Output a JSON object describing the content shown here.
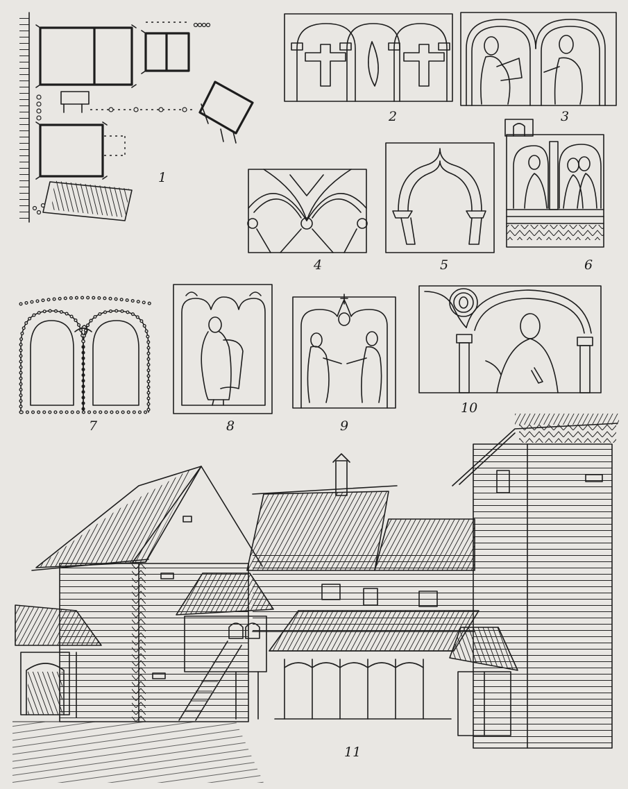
{
  "figure_numbers": [
    "1",
    "2",
    "3",
    "4",
    "5",
    "6",
    "7",
    "8",
    "9",
    "10",
    "11"
  ]
}
